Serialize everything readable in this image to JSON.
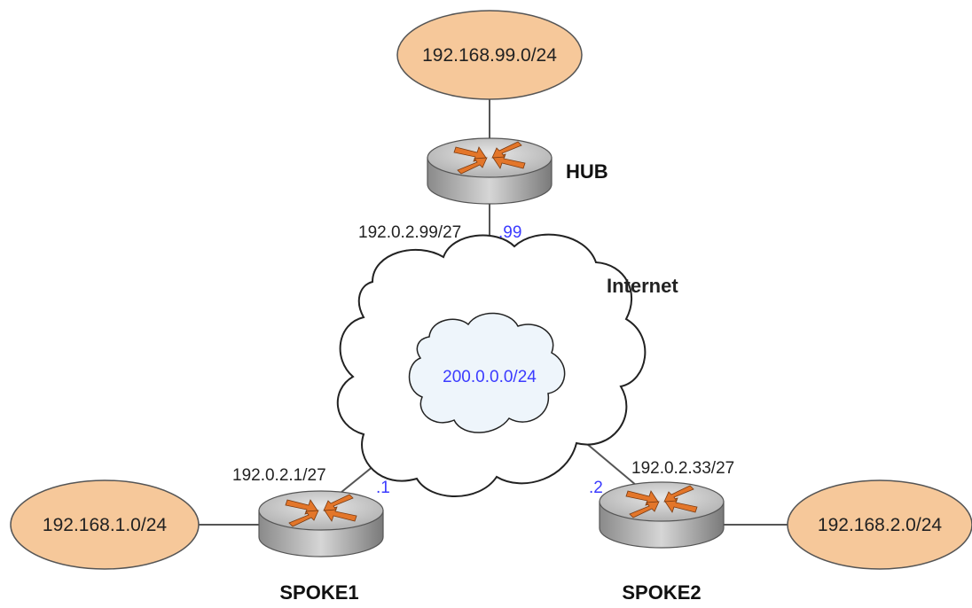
{
  "colors": {
    "lan_fill": "#f6c89a",
    "inner_cloud_fill": "#eef5fb",
    "address_blue": "#3b3bff",
    "router_top": "#c9c9c9",
    "router_arrows": "#e3762a"
  },
  "internet": {
    "label": "Internet",
    "inner_network": "200.0.0.0/24"
  },
  "hub": {
    "name": "HUB",
    "lan": "192.168.99.0/24",
    "wan_address": "192.0.2.99/27",
    "host_suffix": ".99"
  },
  "spoke1": {
    "name": "SPOKE1",
    "lan": "192.168.1.0/24",
    "wan_address": "192.0.2.1/27",
    "host_suffix": ".1"
  },
  "spoke2": {
    "name": "SPOKE2",
    "lan": "192.168.2.0/24",
    "wan_address": "192.0.2.33/27",
    "host_suffix": ".2"
  },
  "icons": [
    "router-icon",
    "cloud-icon"
  ]
}
